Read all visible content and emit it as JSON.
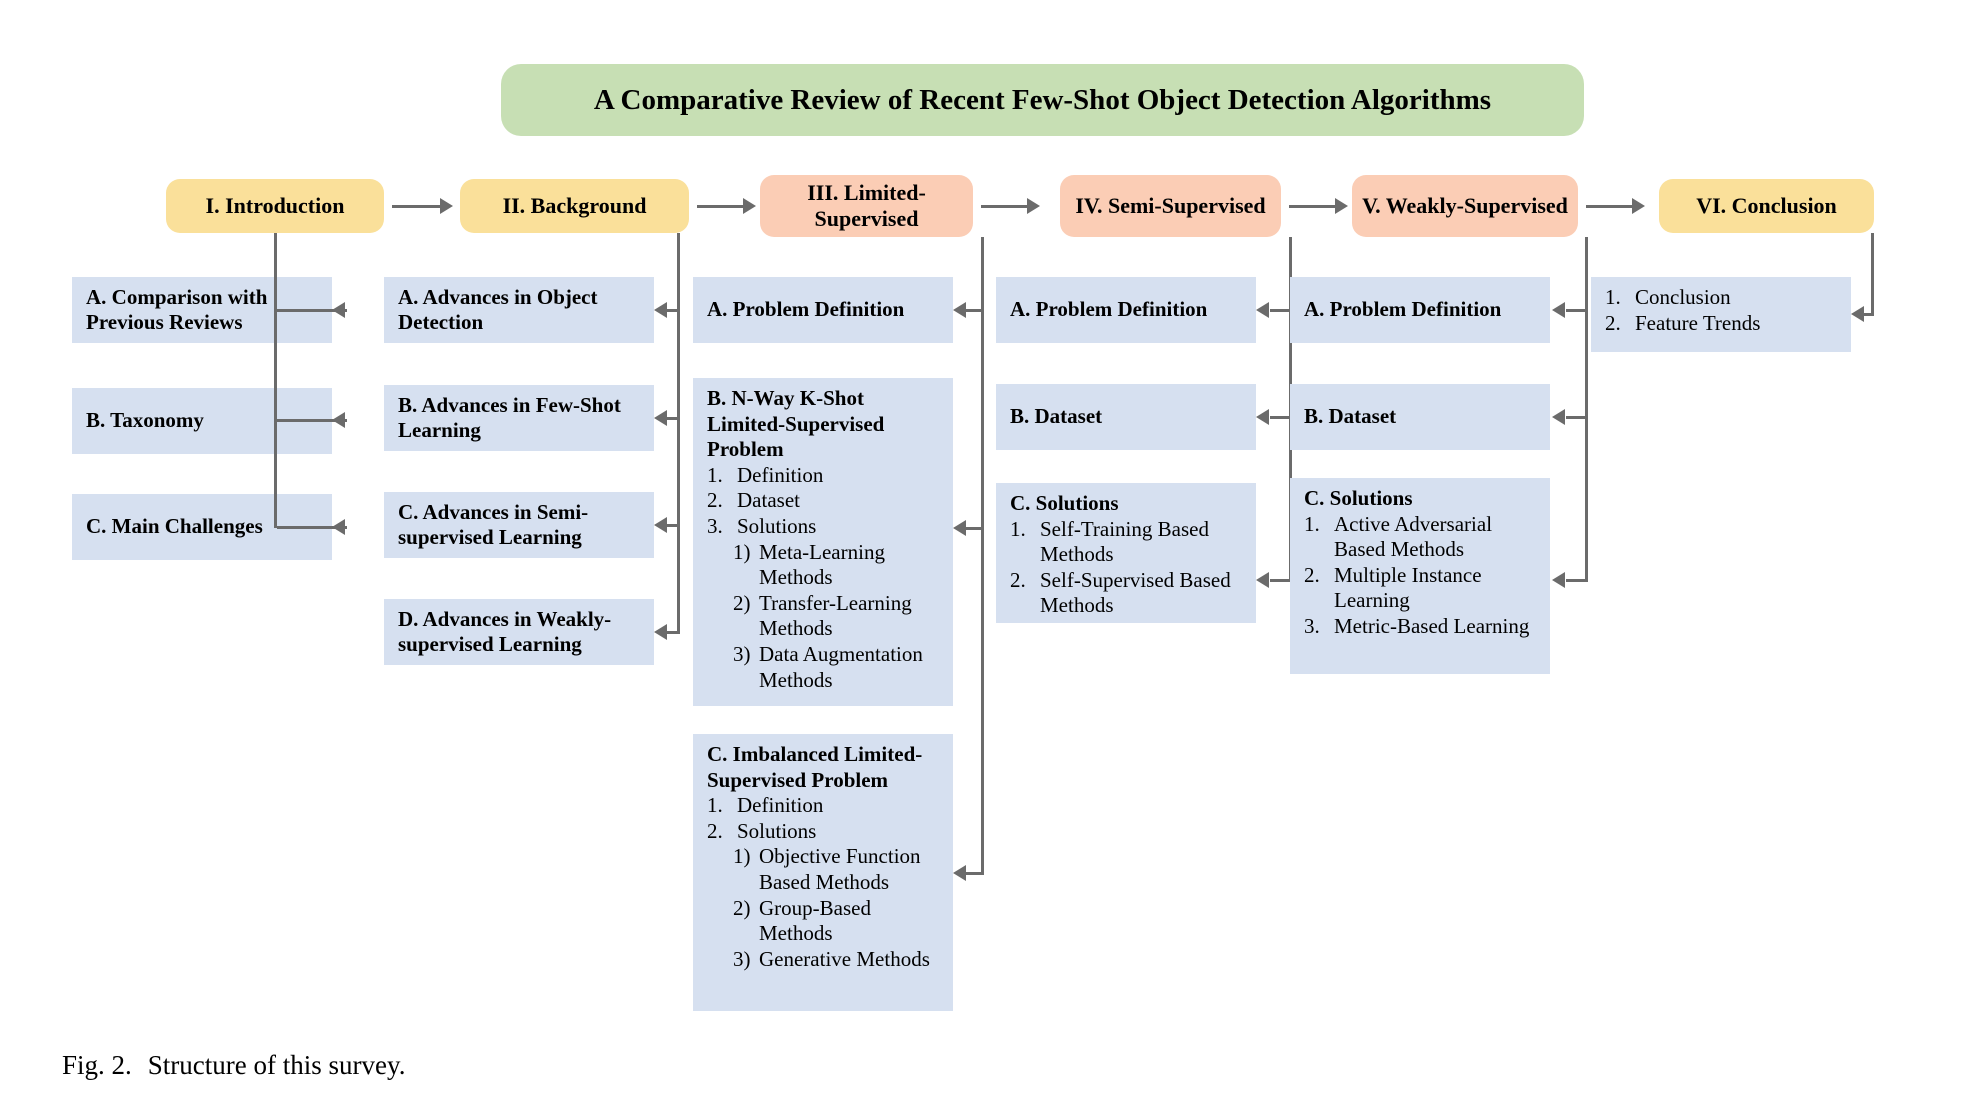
{
  "figure": {
    "title": "A Comparative Review of Recent Few-Shot Object Detection Algorithms",
    "caption_label": "Fig. 2.",
    "caption_text": "Structure of this survey."
  },
  "colors": {
    "title_box": "#c7dfb4",
    "chapter_yellow": "#fae09a",
    "chapter_peach": "#fbcdb5",
    "section_blue": "#d6e0f0",
    "connector": "#6b6b6b",
    "page_background": "#ffffff"
  },
  "chapters": [
    {
      "id": "intro",
      "label": "I. Introduction",
      "color": "yellow"
    },
    {
      "id": "backg",
      "label": "II. Background",
      "color": "yellow"
    },
    {
      "id": "limited",
      "label": "III. Limited-Supervised",
      "color": "peach"
    },
    {
      "id": "semi",
      "label": "IV. Semi-Supervised",
      "color": "peach"
    },
    {
      "id": "weakly",
      "label": "V. Weakly-Supervised",
      "color": "peach"
    },
    {
      "id": "concl",
      "label": "VI. Conclusion",
      "color": "yellow"
    }
  ],
  "columns": {
    "intro": [
      {
        "heading": "A. Comparison with Previous Reviews"
      },
      {
        "heading": "B. Taxonomy"
      },
      {
        "heading": "C. Main Challenges"
      }
    ],
    "background": [
      {
        "heading": "A. Advances in Object Detection"
      },
      {
        "heading": "B. Advances in Few-Shot Learning"
      },
      {
        "heading": "C. Advances in Semi-supervised Learning"
      },
      {
        "heading": "D. Advances in Weakly-supervised Learning"
      }
    ],
    "limited": [
      {
        "heading": "A. Problem Definition",
        "items": []
      },
      {
        "heading": "B. N-Way K-Shot Limited-Supervised Problem",
        "items": [
          {
            "num": "1.",
            "text": "Definition",
            "level": 1
          },
          {
            "num": "2.",
            "text": "Dataset",
            "level": 1
          },
          {
            "num": "3.",
            "text": "Solutions",
            "level": 1
          },
          {
            "num": "1)",
            "text": "Meta-Learning Methods",
            "level": 2
          },
          {
            "num": "2)",
            "text": "Transfer-Learning Methods",
            "level": 2
          },
          {
            "num": "3)",
            "text": "Data Augmentation Methods",
            "level": 2
          }
        ]
      },
      {
        "heading": "C. Imbalanced Limited-Supervised Problem",
        "items": [
          {
            "num": "1.",
            "text": "Definition",
            "level": 1
          },
          {
            "num": "2.",
            "text": "Solutions",
            "level": 1
          },
          {
            "num": "1)",
            "text": "Objective Function Based Methods",
            "level": 2
          },
          {
            "num": "2)",
            "text": "Group-Based Methods",
            "level": 2
          },
          {
            "num": "3)",
            "text": "Generative Methods",
            "level": 2
          }
        ]
      }
    ],
    "semi": [
      {
        "heading": "A. Problem Definition",
        "items": []
      },
      {
        "heading": "B. Dataset",
        "items": []
      },
      {
        "heading": "C. Solutions",
        "items": [
          {
            "num": "1.",
            "text": "Self-Training Based Methods",
            "level": 1
          },
          {
            "num": "2.",
            "text": "Self-Supervised Based Methods",
            "level": 1
          }
        ]
      }
    ],
    "weakly": [
      {
        "heading": "A. Problem Definition",
        "items": []
      },
      {
        "heading": "B. Dataset",
        "items": []
      },
      {
        "heading": "C. Solutions",
        "items": [
          {
            "num": "1.",
            "text": "Active Adversarial Based Methods",
            "level": 1
          },
          {
            "num": "2.",
            "text": "Multiple Instance Learning",
            "level": 1
          },
          {
            "num": "3.",
            "text": "Metric-Based Learning",
            "level": 1
          }
        ]
      }
    ],
    "conclusion": [
      {
        "heading": "",
        "items": [
          {
            "num": "1.",
            "text": "Conclusion",
            "level": 1
          },
          {
            "num": "2.",
            "text": "Feature Trends",
            "level": 1
          }
        ]
      }
    ]
  }
}
